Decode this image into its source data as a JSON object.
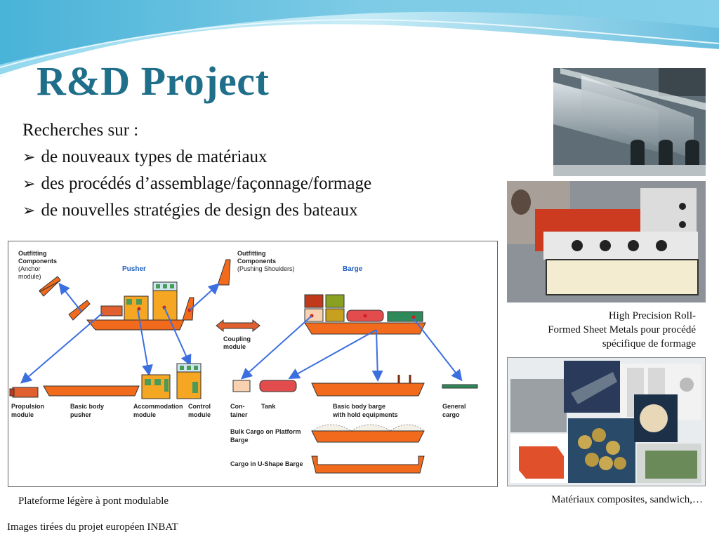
{
  "title": "R&D Project",
  "intro": "Recherches sur :",
  "bullet_symbol": "➢",
  "bullets": [
    "de nouveaux types de matériaux",
    "des procédés d’assemblage/façonnage/formage",
    "de nouvelles stratégies de design des bateaux"
  ],
  "diagram": {
    "labels": {
      "outfitting_anchor": [
        "Outfitting",
        "Components",
        "(Anchor",
        "module)"
      ],
      "pusher": "Pusher",
      "outfitting_pushing": [
        "Outfitting",
        "Components",
        "(Pushing Shoulders)"
      ],
      "barge": "Barge",
      "coupling": [
        "Coupling",
        "module"
      ],
      "propulsion": [
        "Propulsion",
        "module"
      ],
      "basic_body_pusher": [
        "Basic body",
        "pusher"
      ],
      "accommodation": [
        "Accommodation",
        "module"
      ],
      "control": [
        "Control",
        "module"
      ],
      "container": [
        "Con-",
        "tainer"
      ],
      "tank": "Tank",
      "basic_body_barge": [
        "Basic body barge",
        "with hold equipments"
      ],
      "general_cargo": [
        "General",
        "cargo"
      ],
      "bulk_cargo": [
        "Bulk Cargo on Platform",
        "Barge"
      ],
      "u_shape": "Cargo in U-Shape Barge"
    },
    "caption": "Plateforme légère à pont modulable"
  },
  "photos": {
    "profiles_caption": [
      "High Precision Roll-",
      "Formed Sheet Metals pour procédé",
      "spécifique de formage"
    ],
    "materials_caption": "Matériaux composites, sandwich,…"
  },
  "footer": "Images tirées du projet européen INBAT",
  "colors": {
    "title": "#1f6f8b",
    "hull": "#f26a1b",
    "arrow": "#3b6fe0",
    "wave": "#4fb3d9"
  }
}
